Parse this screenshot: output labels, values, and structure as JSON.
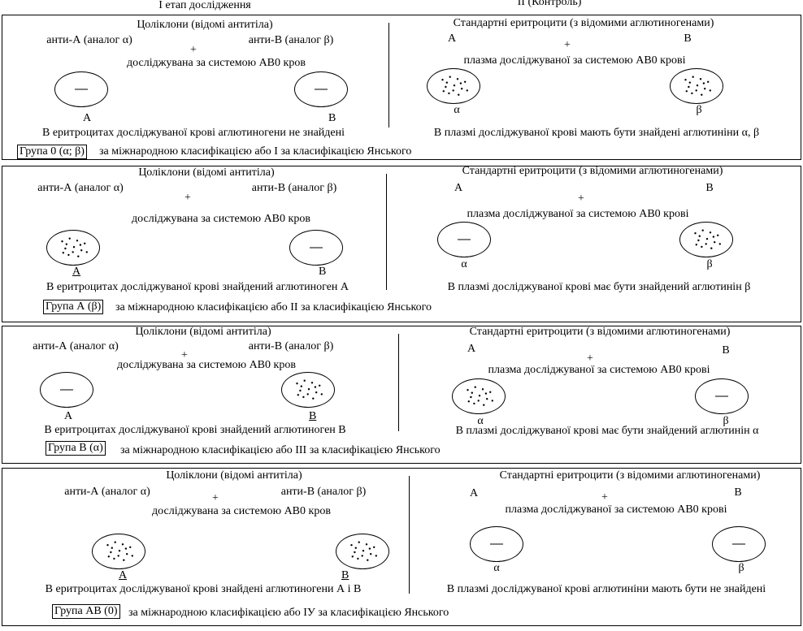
{
  "stage1": "І етап дослідження",
  "stage2": "ІІ (Контроль)",
  "panels": [
    {
      "left_title": "Цоліклони (відомі антитіла)",
      "anti_a": "анти-А (аналог α)",
      "anti_b": "анти-В (аналог β)",
      "plus": "+",
      "tested_blood": "досліджувана за системою АВ0 кров",
      "left_a_label": "А",
      "left_b_label": "В",
      "left_conclusion": "В еритроцитах досліджуваної крові аглютиногени не знайдені",
      "right_title": "Стандартні еритроцити (з відомими аглютиногенами)",
      "right_a": "А",
      "right_b": "В",
      "plasma": "плазма досліджуваної за системою АВ0 крові",
      "right_a_label": "α",
      "right_b_label": "β",
      "right_conclusion": "В плазмі досліджуваної крові мають бути знайдені аглютиніни α, β",
      "group_box": "Група 0 (α; β)",
      "group_rest": "за міжнародною класифікацією або І за класифікацією Янського",
      "agglutination": [
        false,
        false,
        true,
        true
      ]
    },
    {
      "left_title": "Цоліклони (відомі антитіла)",
      "anti_a": "анти-А (аналог α)",
      "anti_b": "анти-В (аналог β)",
      "plus": "+",
      "tested_blood": "досліджувана за системою АВ0 кров",
      "left_a_label": "А",
      "left_b_label": "В",
      "left_conclusion": "В еритроцитах досліджуваної крові знайдений аглютиноген А",
      "right_title": "Стандартні еритроцити (з відомими аглютиногенами)",
      "right_a": "А",
      "right_b": "В",
      "plasma": "плазма досліджуваної за системою АВ0 крові",
      "right_a_label": "α",
      "right_b_label": "β",
      "right_conclusion": "В плазмі досліджуваної крові має бути знайдений аглютинін β",
      "group_box": "Група А (β)",
      "group_rest": "за міжнародною класифікацією або  ІІ за класифікацією Янського",
      "agglutination": [
        true,
        false,
        false,
        true
      ]
    },
    {
      "left_title": "Цоліклони (відомі антитіла)",
      "anti_a": "анти-А (аналог α)",
      "anti_b": "анти-В (аналог β)",
      "plus": "+",
      "tested_blood": "досліджувана за системою АВ0 кров",
      "left_a_label": "А",
      "left_b_label": "В",
      "left_conclusion": "В еритроцитах досліджуваної крові знайдений аглютиноген В",
      "right_title": "Стандартні еритроцити (з відомими аглютиногенами)",
      "right_a": "А",
      "right_b": "В",
      "plasma": "плазма досліджуваної за системою АВ0 крові",
      "right_a_label": "α",
      "right_b_label": "β",
      "right_conclusion": "В плазмі досліджуваної крові має бути знайдений аглютинін α",
      "group_box": "Група В (α)",
      "group_rest": "за міжнародною класифікацією або  ІІІ за класифікацією Янського",
      "agglutination": [
        false,
        true,
        true,
        false
      ]
    },
    {
      "left_title": "Цоліклони (відомі антитіла)",
      "anti_a": "анти-А (аналог α)",
      "anti_b": "анти-В (аналог β)",
      "plus": "+",
      "tested_blood": "досліджувана за системою АВ0 кров",
      "left_a_label": "А",
      "left_b_label": "В",
      "left_conclusion": "В еритроцитах досліджуваної крові знайдені аглютиногени А і В",
      "right_title": "Стандартні еритроцити (з відомими аглютиногенами)",
      "right_a": "А",
      "right_b": "В",
      "plasma": "плазма досліджуваної за системою АВ0 крові",
      "right_a_label": "α",
      "right_b_label": "β",
      "right_conclusion": "В плазмі досліджуваної крові аглютиніни мають бути не знайдені",
      "group_box": "Група АВ (0)",
      "group_rest": "за міжнародною класифікацією або ІУ за класифікацією Янського",
      "agglutination": [
        true,
        true,
        false,
        false
      ]
    }
  ]
}
